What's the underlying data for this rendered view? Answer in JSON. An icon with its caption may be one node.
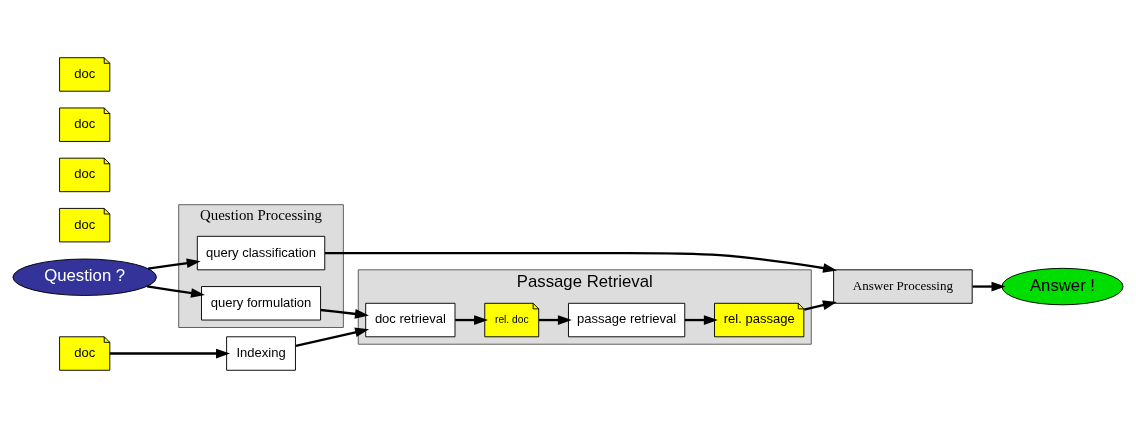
{
  "diagram": {
    "nodes": [
      {
        "text": [
          "Question ?"
        ]
      },
      {
        "text": [
          "Question Processing"
        ]
      },
      {
        "text": [
          "query formulation"
        ],
        "in": 1
      },
      {
        "text": [
          "query classification"
        ],
        "in": 1
      },
      {
        "text": [
          "doc"
        ]
      },
      {
        "text": [
          "doc"
        ]
      },
      {
        "text": [
          "doc"
        ]
      },
      {
        "text": [
          "doc"
        ]
      },
      {
        "text": [
          "doc"
        ]
      },
      {
        "text": [
          "Indexing"
        ]
      },
      {
        "text": [
          "Passage Retrieval"
        ]
      },
      {
        "text": [
          "doc retrieval"
        ],
        "in": 10
      },
      {
        "text": [
          "rel. doc"
        ],
        "in": 10
      },
      {
        "text": [
          "passage retrieval"
        ],
        "in": 10
      },
      {
        "text": [
          "rel. passage"
        ],
        "in": 10
      },
      {
        "text": [
          "Answer Processing"
        ]
      },
      {
        "text": [
          "Answer !"
        ]
      }
    ],
    "edges": [
      {
        "from": 0,
        "to": 2,
        "arrow": "to"
      },
      {
        "from": 0,
        "to": 3,
        "arrow": "to"
      },
      {
        "from": 7,
        "to": 9,
        "arrow": "to"
      },
      {
        "from": 9,
        "to": 11,
        "arrow": "to"
      },
      {
        "from": 2,
        "to": 11,
        "arrow": "to"
      },
      {
        "from": 11,
        "to": 12,
        "arrow": "to"
      },
      {
        "from": 12,
        "to": 13,
        "arrow": "to"
      },
      {
        "from": 13,
        "to": 14,
        "arrow": "to"
      },
      {
        "from": 14,
        "to": 15,
        "arrow": "to"
      },
      {
        "from": 3,
        "to": 15,
        "arrow": "to"
      },
      {
        "from": 15,
        "to": 16,
        "arrow": "to"
      }
    ]
  }
}
